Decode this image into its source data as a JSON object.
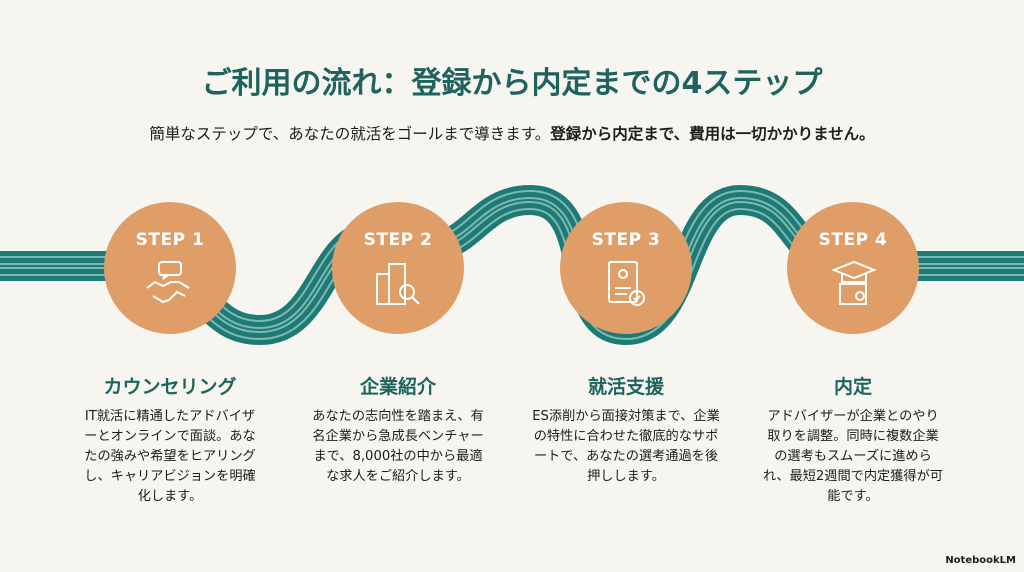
{
  "title": "ご利用の流れ：登録から内定までの4ステップ",
  "subtitle": {
    "normal": "簡単なステップで、あなたの就活をゴールまで導きます。",
    "bold": "登録から内定まで、費用は一切かかりません。"
  },
  "steps": [
    {
      "badge": "STEP 1",
      "icon": "handshake-chat-icon",
      "heading": "カウンセリング",
      "body": "IT就活に精通したアドバイザーとオンラインで面談。あなたの強みや希望をヒアリングし、キャリアビジョンを明確化します。"
    },
    {
      "badge": "STEP 2",
      "icon": "building-search-icon",
      "heading": "企業紹介",
      "body": "あなたの志向性を踏まえ、有名企業から急成長ベンチャーまで、8,000社の中から最適な求人をご紹介します。"
    },
    {
      "badge": "STEP 3",
      "icon": "document-check-icon",
      "heading": "就活支援",
      "body": "ES添削から面接対策まで、企業の特性に合わせた徹底的なサポートで、あなたの選考通過を後押しします。"
    },
    {
      "badge": "STEP 4",
      "icon": "graduation-certificate-icon",
      "heading": "内定",
      "body": "アドバイザーが企業とのやり取りを調整。同時に複数企業の選考もスムーズに進められ、最短2週間で内定獲得が可能です。"
    }
  ],
  "watermark": "NotebookLM",
  "colors": {
    "teal": "#1e7a74",
    "title": "#1e635d",
    "orange": "#df9e67",
    "bg": "#f6f5f0"
  }
}
